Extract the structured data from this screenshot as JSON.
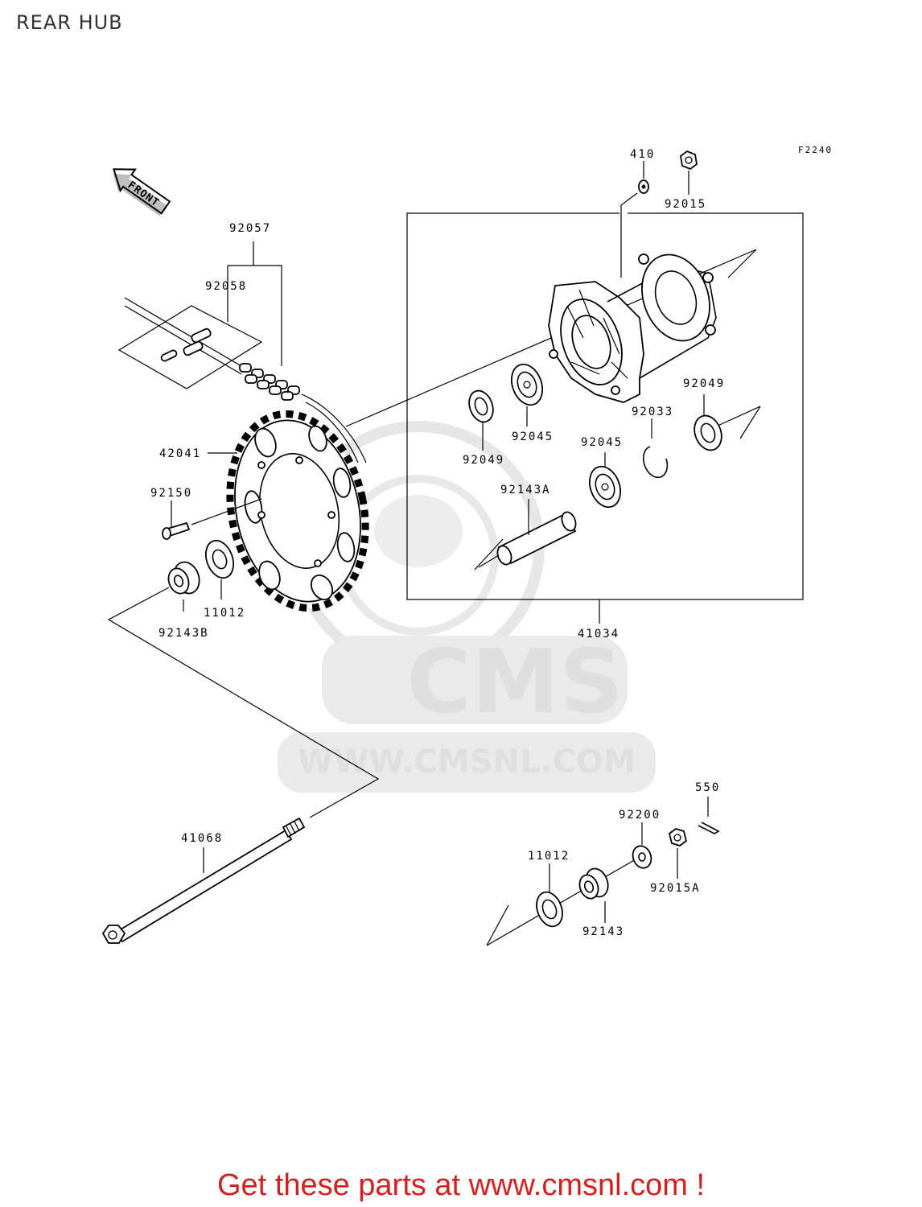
{
  "page": {
    "title": "REAR HUB",
    "figure_code": "F2240",
    "front_indicator": "FRONT"
  },
  "watermark": {
    "brand": "CMS",
    "url": "WWW.CMSNL.COM"
  },
  "parts": {
    "p410": "410",
    "p92015": "92015",
    "p92057": "92057",
    "p92058": "92058",
    "p42041": "42041",
    "p92150": "92150",
    "p11012a": "11012",
    "p92143b": "92143B",
    "p92049a": "92049",
    "p92045a": "92045",
    "p92045b": "92045",
    "p92143a": "92143A",
    "p92033": "92033",
    "p92049b": "92049",
    "p41034": "41034",
    "p41068": "41068",
    "p550": "550",
    "p92200": "92200",
    "p11012b": "11012",
    "p92015a": "92015A",
    "p92143": "92143"
  },
  "promo": {
    "text": "Get these parts at www.cmsnl.com !"
  },
  "colors": {
    "promo": "#d32020",
    "watermark": "#dcdcdc",
    "line": "#000000"
  }
}
